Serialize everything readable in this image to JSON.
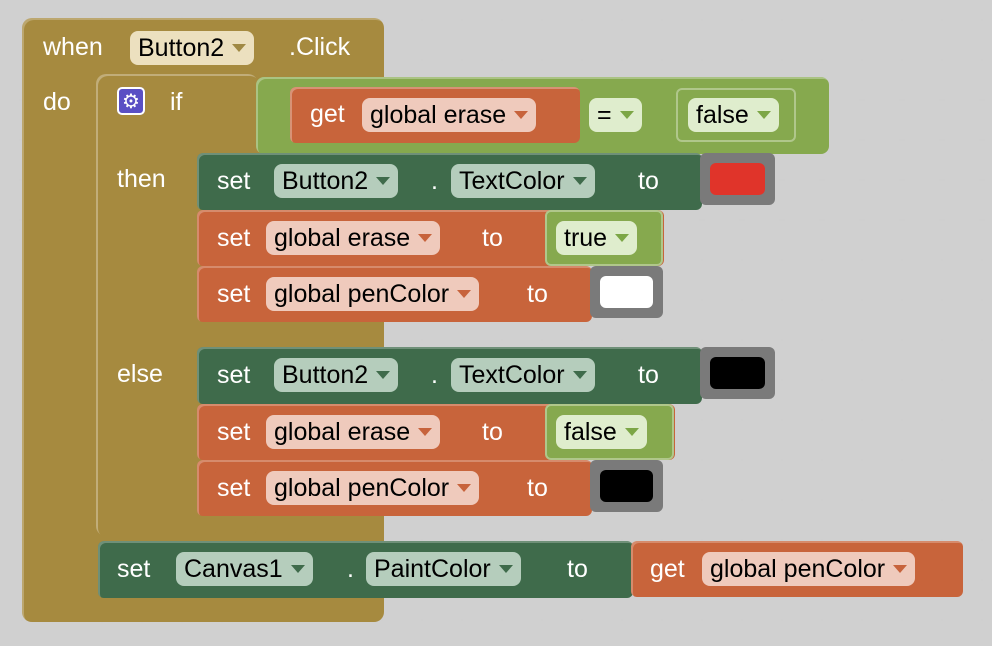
{
  "event": {
    "when": "when",
    "component": "Button2",
    "event_name": ".Click",
    "do": "do"
  },
  "if_block": {
    "if": "if",
    "then": "then",
    "else": "else"
  },
  "condition": {
    "get": "get",
    "variable": "global erase",
    "operator": "=",
    "value": "false"
  },
  "then_branch": [
    {
      "set": "set",
      "component": "Button2",
      "dot": ".",
      "property": "TextColor",
      "to": "to",
      "color": "#e0342a"
    },
    {
      "set": "set",
      "variable": "global erase",
      "to": "to",
      "value": "true"
    },
    {
      "set": "set",
      "variable": "global penColor",
      "to": "to",
      "color": "#ffffff"
    }
  ],
  "else_branch": [
    {
      "set": "set",
      "component": "Button2",
      "dot": ".",
      "property": "TextColor",
      "to": "to",
      "color": "#000000"
    },
    {
      "set": "set",
      "variable": "global erase",
      "to": "to",
      "value": "false"
    },
    {
      "set": "set",
      "variable": "global penColor",
      "to": "to",
      "color": "#000000"
    }
  ],
  "final": {
    "set": "set",
    "component": "Canvas1",
    "dot": ".",
    "property": "PaintColor",
    "to": "to",
    "get": "get",
    "variable": "global penColor"
  },
  "colors": {
    "event": "#a68a3f",
    "variable": "#c8643b",
    "component": "#3f6b4b",
    "logic": "#86a94e",
    "control": "#a68a3f"
  }
}
